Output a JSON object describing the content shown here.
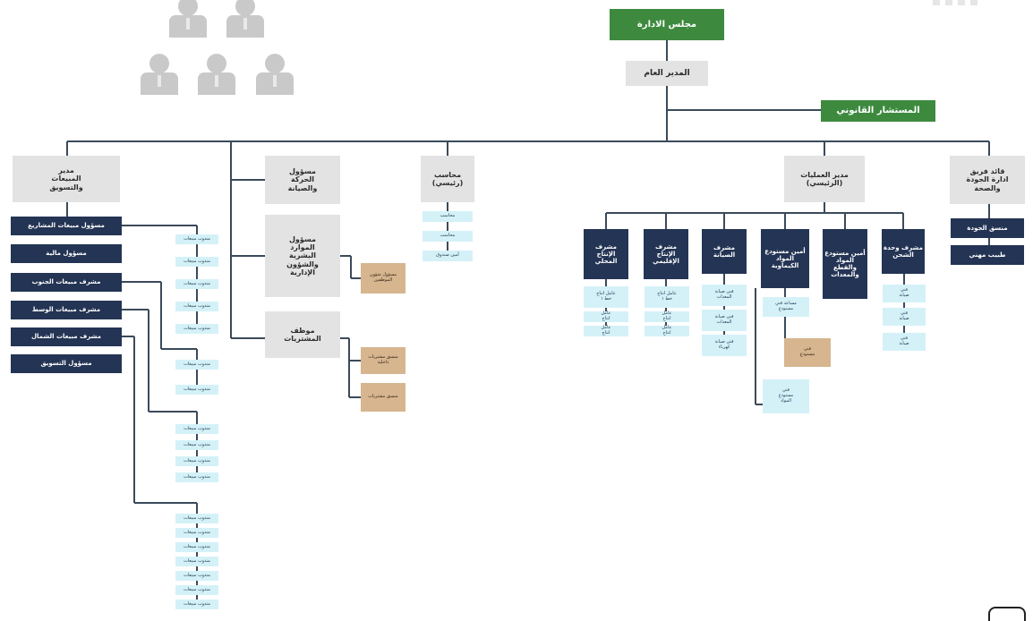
{
  "colors": {
    "line": "#3a4a5a",
    "green": "#3d8a3f",
    "gray": "#e3e3e3",
    "navy": "#243454",
    "tan": "#d6b58f",
    "cyan": "#d4f1f8"
  },
  "decoration": {
    "people_icon_name": "people-group-icon"
  },
  "chart": {
    "board": "مجلس الادارة",
    "gm": "المدير العام",
    "legal": "المستشار القانوني",
    "left_head": "مدير\nالمبيعات\nوالتسويق",
    "admin": "مسؤول\nالحركة\nوالصيانة",
    "hr": "مسؤول\nالموارد\nالبشرية\nوالشؤون\nالإدارية",
    "staff_aff": "موظف\nالمشتريات",
    "accountant": "محاسب\n(رئيسي)",
    "ops_head": "مدير العمليات\n(الرئيسي)",
    "qa_head": "قائد فريق\nادارة الجودة\nوالصحة",
    "sales_units": [
      "مسؤول مبيعات المشاريع",
      "مسؤول مالية",
      "مشرف مبيعات الجنوب",
      "مشرف مبيعات الوسط",
      "مشرف مبيعات الشمال",
      "مسؤول التسويق"
    ],
    "qa_units": [
      "منسق الجودة",
      "طبيب مهني"
    ],
    "ops_units": [
      "مشرف وحدة الشحن",
      "أمين مستودع المواد والقطع والمعدات",
      "أمين مستودع المواد الكيماوية",
      "مشرف الصيانة",
      "مشرف الإنتاج الإقليمي",
      "مشرف الإنتاج المحلي"
    ],
    "hr_note": "مسؤول شؤون الموظفين",
    "purch_notes": [
      "منسق مشتريات داخلية",
      "منسق مشتريات"
    ],
    "acc_notes": [
      "محاسب",
      "محاسب",
      "أمين صندوق"
    ],
    "sales_staff_a": [
      "مندوب مبيعات",
      "مندوب مبيعات",
      "مندوب مبيعات",
      "مندوب مبيعات",
      "مندوب مبيعات"
    ],
    "sales_staff_b": [
      "مندوب مبيعات",
      "مندوب مبيعات"
    ],
    "sales_staff_c": [
      "مندوب مبيعات",
      "مندوب مبيعات",
      "مندوب مبيعات",
      "مندوب مبيعات"
    ],
    "sales_staff_d": [
      "مندوب مبيعات",
      "مندوب مبيعات",
      "مندوب مبيعات",
      "مندوب مبيعات",
      "مندوب مبيعات",
      "مندوب مبيعات",
      "مندوب مبيعات"
    ],
    "ops_staff_1": [
      "فني\nصيانة",
      "فني\nصيانة",
      "فني\nصيانة"
    ],
    "ops_staff_2": [
      "مساعد فني\nمستودع"
    ],
    "ops_staff_2_tan": "فني\nمستودع",
    "ops_staff_2b": "فني\nمستودع\nالمواد",
    "ops_staff_3": [
      "فني صيانة\nالمعدات",
      "فني صيانة\nالمعدات",
      "فني صيانة\nكهرباء"
    ],
    "ops_staff_4": [
      "عامل انتاج\nخط ١",
      "عامل\nانتاج",
      "عامل\nانتاج"
    ],
    "ops_staff_5": [
      "عامل انتاج\nخط ١",
      "عامل\nانتاج",
      "عامل\nانتاج"
    ]
  }
}
